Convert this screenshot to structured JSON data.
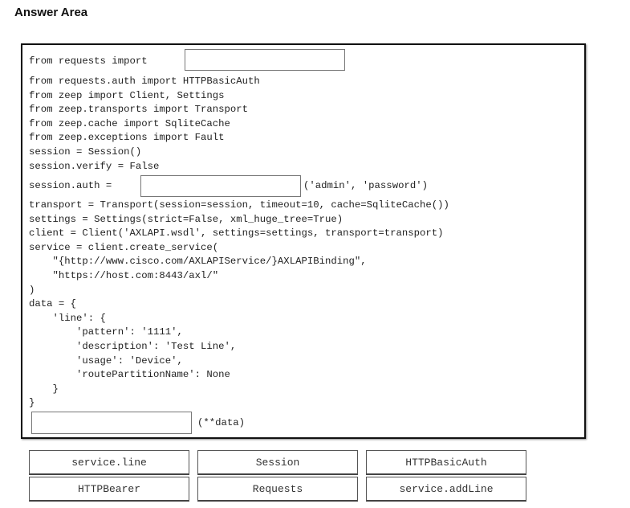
{
  "title": "Answer Area",
  "code": {
    "l1_prefix": "from requests import",
    "l2": "from requests.auth import HTTPBasicAuth",
    "l3": "from zeep import Client, Settings",
    "l4": "from zeep.transports import Transport",
    "l5": "from zeep.cache import SqliteCache",
    "l6": "from zeep.exceptions import Fault",
    "l7": "session = Session()",
    "l8": "session.verify = False",
    "l9_prefix": "session.auth =",
    "l9_suffix": "('admin', 'password')",
    "l10": "transport = Transport(session=session, timeout=10, cache=SqliteCache())",
    "l11": "settings = Settings(strict=False, xml_huge_tree=True)",
    "l12": "client = Client('AXLAPI.wsdl', settings=settings, transport=transport)",
    "l13": "service = client.create_service(",
    "l14": "    \"{http://www.cisco.com/AXLAPIService/}AXLAPIBinding\",",
    "l15": "    \"https://host.com:8443/axl/\"",
    "l16": ")",
    "l17": "data = {",
    "l18": "    'line': {",
    "l19": "        'pattern': '1111',",
    "l20": "        'description': 'Test Line',",
    "l21": "        'usage': 'Device',",
    "l22": "        'routePartitionName': None",
    "l23": "    }",
    "l24": "}",
    "l25_suffix": "(**data)"
  },
  "options": [
    "service.line",
    "Session",
    "HTTPBasicAuth",
    "HTTPBearer",
    "Requests",
    "service.addLine"
  ]
}
